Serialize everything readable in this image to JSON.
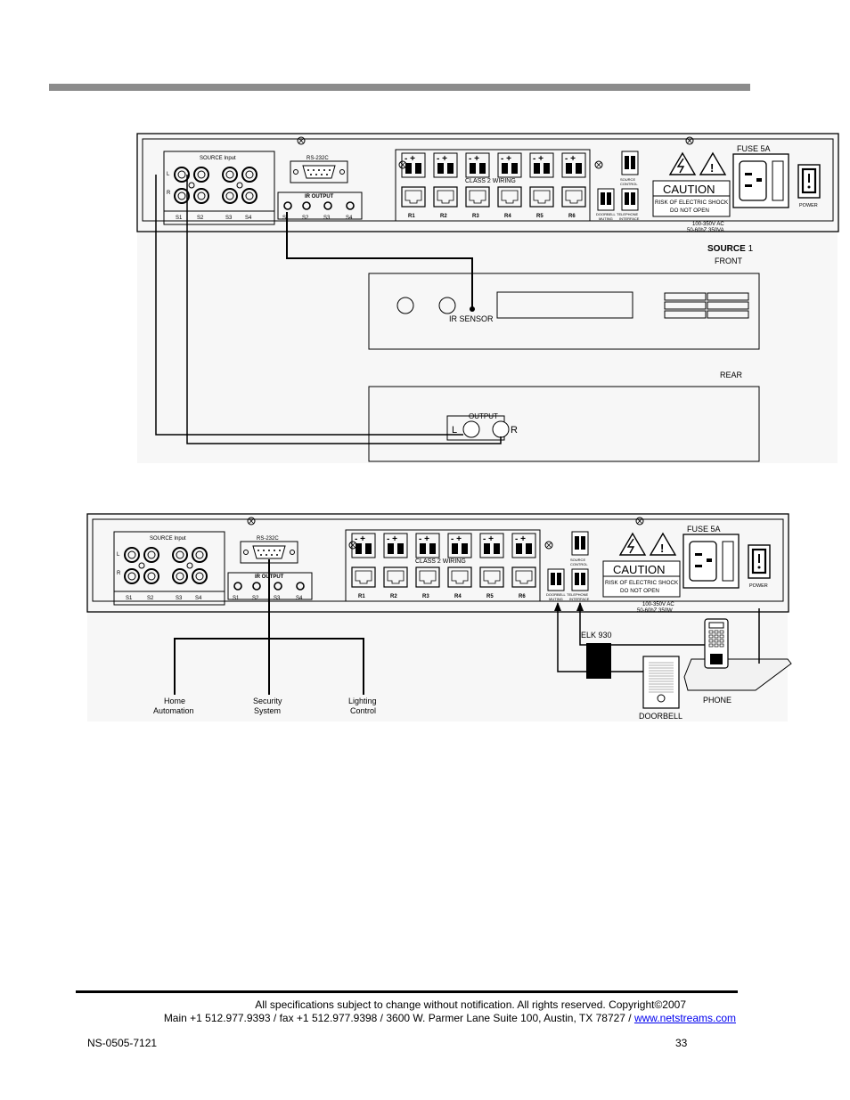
{
  "amp_panel": {
    "source_input": "SOURCE Input",
    "source_labels": [
      "S1",
      "S2",
      "S3",
      "S4"
    ],
    "channel_l": "L",
    "channel_r": "R",
    "rs232": "RS-232C",
    "ir_output": "IR OUTPUT",
    "class2": "CLASS 2 WIRING",
    "room_labels": [
      "R1",
      "R2",
      "R3",
      "R4",
      "R5",
      "R6"
    ],
    "terminal_sign": "- +",
    "doorbell_muting": [
      "DOORBELL",
      "MUTING"
    ],
    "source_control": [
      "SOURCE",
      "CONTROL"
    ],
    "telephone_interface": [
      "TELEPHONE",
      "INTERFACE"
    ],
    "caution": "CAUTION",
    "risk1": "RISK OF ELECTRIC SHOCK",
    "risk2": "DO NOT OPEN",
    "fuse": "FUSE 5A",
    "power": "POWER"
  },
  "fig1": {
    "voltage1": "100-350V AC",
    "voltage2": "50-60hZ 350VA",
    "source_bold": "SOURCE",
    "source_num": " 1",
    "front": "FRONT",
    "ir_sensor": "IR SENSOR",
    "rear": "REAR",
    "output": "OUTPUT",
    "out_l": "L",
    "out_r": "R"
  },
  "fig2": {
    "voltage1": "100-350V AC",
    "voltage2": "50-60hZ 350W",
    "elk": "ELK 930",
    "phone": "PHONE",
    "doorbell": "DOORBELL",
    "dest_home": [
      "Home",
      "Automation"
    ],
    "dest_security": [
      "Security",
      "System"
    ],
    "dest_lighting": [
      "Lighting",
      "Control"
    ]
  },
  "footer": {
    "copyright": "All specifications subject to change without notification. All rights reserved. Copyright©2007",
    "contact": "Main +1 512.977.9393 / fax +1 512.977.9398 / 3600 W. Parmer Lane Suite 100, Austin, TX 78727 / ",
    "url": "www.netstreams.com",
    "docnum": "NS-0505-7121",
    "page": "33"
  }
}
